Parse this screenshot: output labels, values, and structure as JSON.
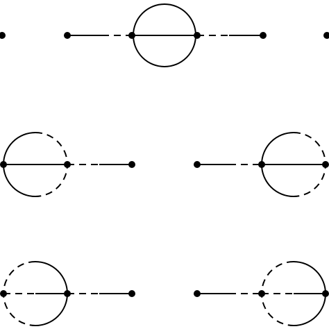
{
  "diagram": {
    "description_free": true,
    "stroke_color": "#000000",
    "background": "#ffffff",
    "graphs": [
      {
        "id": "row1-left-dot"
      },
      {
        "id": "row1-center"
      },
      {
        "id": "row1-right-dot"
      },
      {
        "id": "row2-left"
      },
      {
        "id": "row2-right"
      },
      {
        "id": "row3-left"
      },
      {
        "id": "row3-right"
      }
    ]
  }
}
